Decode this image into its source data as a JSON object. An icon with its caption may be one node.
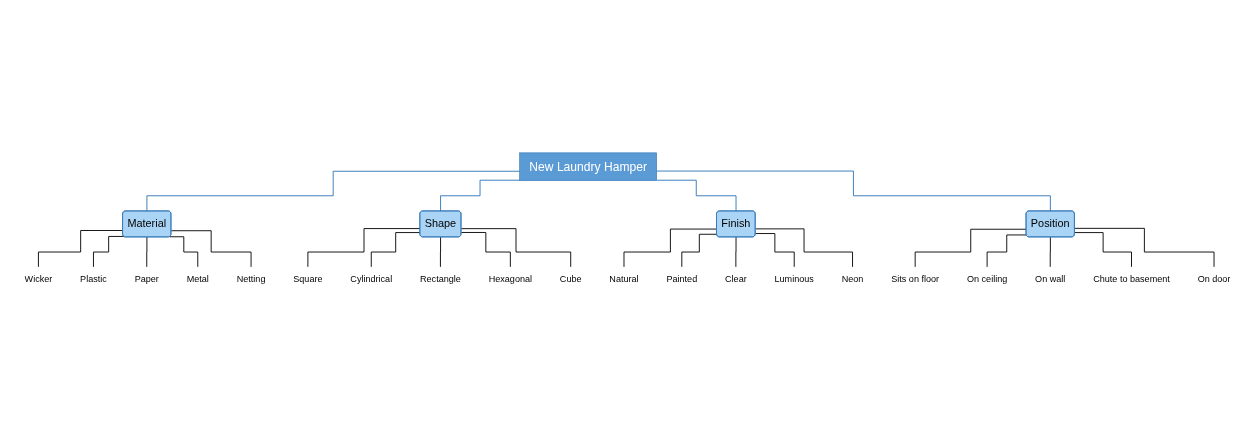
{
  "diagram": {
    "nodes": [
      {
        "text": [
          "New Laundry Hamper"
        ]
      },
      {
        "text": [
          "Material"
        ]
      },
      {
        "text": [
          "Wicker"
        ]
      },
      {
        "text": [
          "Plastic"
        ]
      },
      {
        "text": [
          "Paper"
        ]
      },
      {
        "text": [
          "Metal"
        ]
      },
      {
        "text": [
          "Netting"
        ]
      },
      {
        "text": [
          "Shape"
        ]
      },
      {
        "text": [
          "Square"
        ]
      },
      {
        "text": [
          "Cylindrical"
        ]
      },
      {
        "text": [
          "Rectangle"
        ]
      },
      {
        "text": [
          "Hexagonal"
        ]
      },
      {
        "text": [
          "Cube"
        ]
      },
      {
        "text": [
          "Finish"
        ]
      },
      {
        "text": [
          "Natural"
        ]
      },
      {
        "text": [
          "Painted"
        ]
      },
      {
        "text": [
          "Clear"
        ]
      },
      {
        "text": [
          "Luminous"
        ]
      },
      {
        "text": [
          "Neon"
        ]
      },
      {
        "text": [
          "Position"
        ]
      },
      {
        "text": [
          "Sits on floor"
        ]
      },
      {
        "text": [
          "On ceiling"
        ]
      },
      {
        "text": [
          "On wall"
        ]
      },
      {
        "text": [
          "Chute to basement"
        ]
      },
      {
        "text": [
          "On door"
        ]
      }
    ],
    "edges": [
      {
        "from": 0,
        "to": 1,
        "arrow": "none",
        "color": "#2e75b6"
      },
      {
        "from": 0,
        "to": 7,
        "arrow": "none",
        "color": "#2e75b6"
      },
      {
        "from": 0,
        "to": 13,
        "arrow": "none",
        "color": "#2e75b6"
      },
      {
        "from": 0,
        "to": 19,
        "arrow": "none",
        "color": "#2e75b6"
      },
      {
        "from": 1,
        "to": 2,
        "arrow": "none"
      },
      {
        "from": 1,
        "to": 3,
        "arrow": "none"
      },
      {
        "from": 1,
        "to": 4,
        "arrow": "none"
      },
      {
        "from": 1,
        "to": 5,
        "arrow": "none"
      },
      {
        "from": 1,
        "to": 6,
        "arrow": "none"
      },
      {
        "from": 7,
        "to": 8,
        "arrow": "none"
      },
      {
        "from": 7,
        "to": 9,
        "arrow": "none"
      },
      {
        "from": 7,
        "to": 10,
        "arrow": "none"
      },
      {
        "from": 7,
        "to": 11,
        "arrow": "none"
      },
      {
        "from": 7,
        "to": 12,
        "arrow": "none"
      },
      {
        "from": 13,
        "to": 14,
        "arrow": "none"
      },
      {
        "from": 13,
        "to": 15,
        "arrow": "none"
      },
      {
        "from": 13,
        "to": 16,
        "arrow": "none"
      },
      {
        "from": 13,
        "to": 17,
        "arrow": "none"
      },
      {
        "from": 13,
        "to": 18,
        "arrow": "none"
      },
      {
        "from": 19,
        "to": 20,
        "arrow": "none"
      },
      {
        "from": 19,
        "to": 21,
        "arrow": "none"
      },
      {
        "from": 19,
        "to": 22,
        "arrow": "none"
      },
      {
        "from": 19,
        "to": 23,
        "arrow": "none"
      },
      {
        "from": 19,
        "to": 24,
        "arrow": "none"
      }
    ]
  }
}
